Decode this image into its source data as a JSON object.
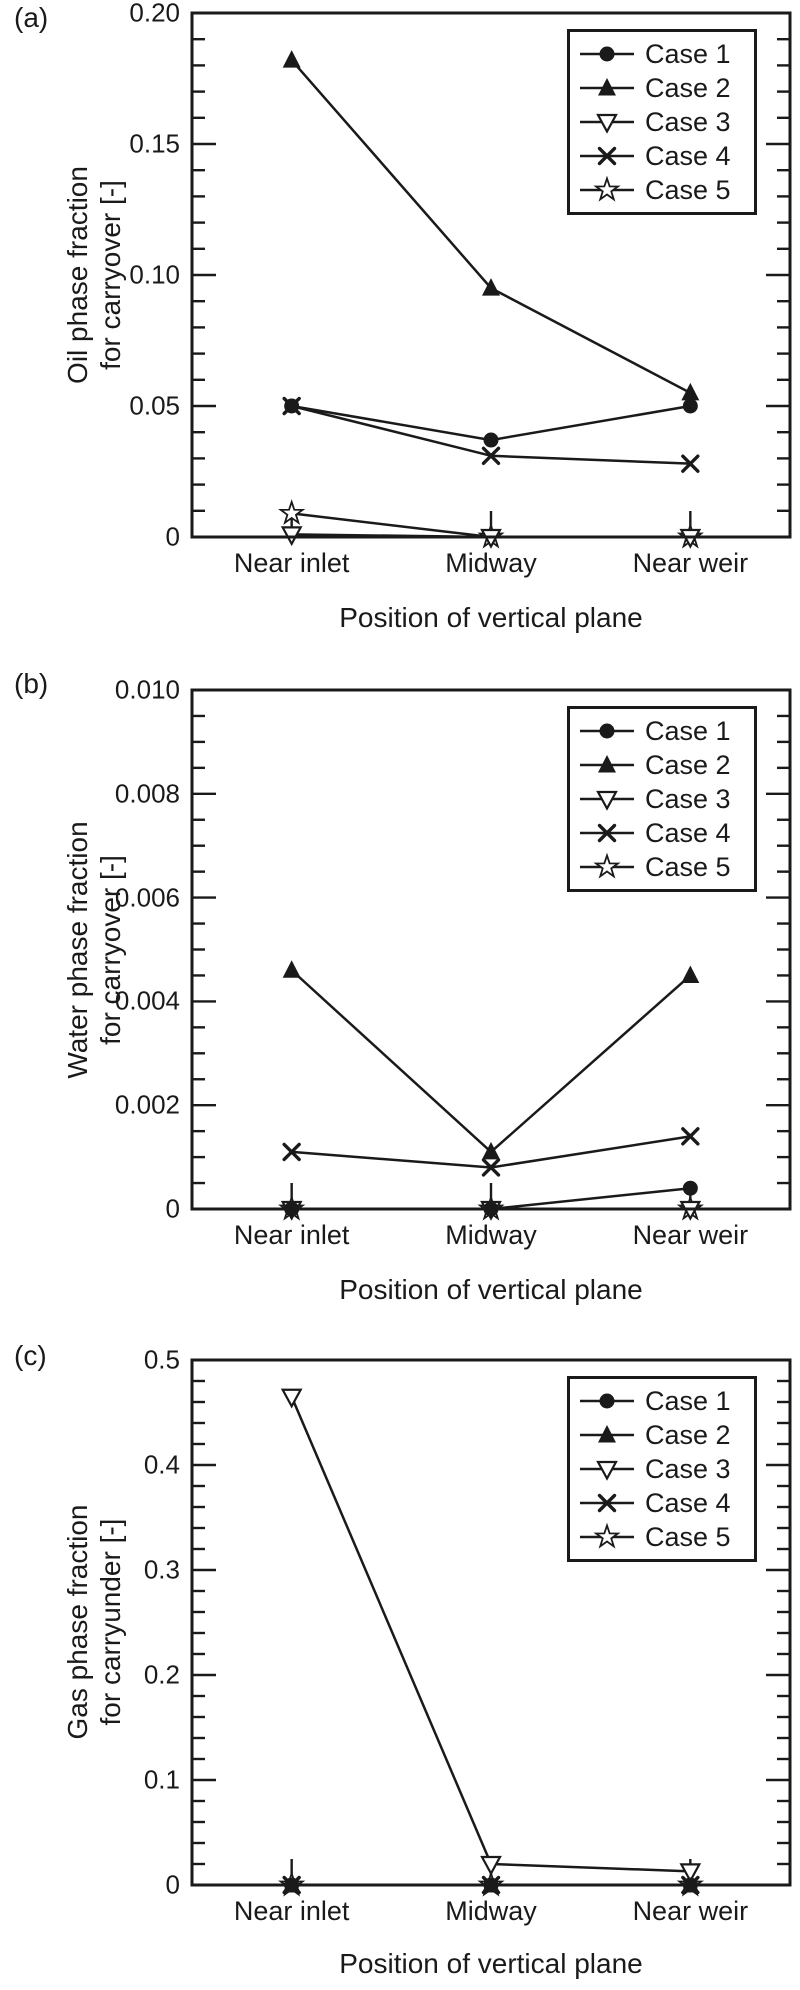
{
  "figure": {
    "background_color": "#ffffff",
    "ink_color": "#1a1a1a",
    "marker_fill_open": "#ffffff"
  },
  "x_axis": {
    "title": "Position of vertical plane",
    "categories": [
      "Near inlet",
      "Midway",
      "Near weir"
    ]
  },
  "legend": {
    "position": "top-right",
    "entries": [
      {
        "label": "Case 1",
        "marker": "circle-filled"
      },
      {
        "label": "Case 2",
        "marker": "triangle-up-filled"
      },
      {
        "label": "Case 3",
        "marker": "triangle-down-open"
      },
      {
        "label": "Case 4",
        "marker": "x-cross"
      },
      {
        "label": "Case 5",
        "marker": "star-open"
      }
    ]
  },
  "chart_data": [
    {
      "panel": "(a)",
      "type": "line",
      "xlabel": "Position of vertical plane",
      "ylabel": "Oil phase fraction for carryover [-]",
      "ylabel_lines": [
        "Oil phase fraction",
        "for carryover [-]"
      ],
      "categories": [
        "Near inlet",
        "Midway",
        "Near weir"
      ],
      "ylim": [
        0,
        0.2
      ],
      "ytick_values": [
        0,
        0.05,
        0.1,
        0.15,
        0.2
      ],
      "ytick_labels": [
        "0",
        "0.05",
        "0.10",
        "0.15",
        "0.20"
      ],
      "ytick_minor_step": 0.01,
      "grid": false,
      "legend_position": "top-right",
      "series": [
        {
          "name": "Case 1",
          "marker": "circle-filled",
          "values": [
            0.05,
            0.037,
            0.05
          ]
        },
        {
          "name": "Case 2",
          "marker": "triangle-up-filled",
          "values": [
            0.182,
            0.095,
            0.055
          ]
        },
        {
          "name": "Case 3",
          "marker": "triangle-down-open",
          "values": [
            0.001,
            0.0,
            0.0
          ]
        },
        {
          "name": "Case 4",
          "marker": "x-cross",
          "values": [
            0.05,
            0.031,
            0.028
          ]
        },
        {
          "name": "Case 5",
          "marker": "star-open",
          "values": [
            0.009,
            0.0,
            0.0
          ]
        }
      ]
    },
    {
      "panel": "(b)",
      "type": "line",
      "xlabel": "Position of vertical plane",
      "ylabel": "Water phase fraction for carryover [-]",
      "ylabel_lines": [
        "Water phase fraction",
        "for carryover [-]"
      ],
      "categories": [
        "Near inlet",
        "Midway",
        "Near weir"
      ],
      "ylim": [
        0,
        0.01
      ],
      "ytick_values": [
        0,
        0.002,
        0.004,
        0.006,
        0.008,
        0.01
      ],
      "ytick_labels": [
        "0",
        "0.002",
        "0.004",
        "0.006",
        "0.008",
        "0.010"
      ],
      "ytick_minor_step": 0.0005,
      "grid": false,
      "legend_position": "top-right",
      "series": [
        {
          "name": "Case 1",
          "marker": "circle-filled",
          "values": [
            0.0,
            0.0,
            0.0004
          ]
        },
        {
          "name": "Case 2",
          "marker": "triangle-up-filled",
          "values": [
            0.0046,
            0.0011,
            0.0045
          ]
        },
        {
          "name": "Case 3",
          "marker": "triangle-down-open",
          "values": [
            0.0,
            0.0,
            0.0
          ]
        },
        {
          "name": "Case 4",
          "marker": "x-cross",
          "values": [
            0.0011,
            0.0008,
            0.0014
          ]
        },
        {
          "name": "Case 5",
          "marker": "star-open",
          "values": [
            0.0,
            0.0,
            0.0
          ]
        }
      ]
    },
    {
      "panel": "(c)",
      "type": "line",
      "xlabel": "Position of vertical plane",
      "ylabel": "Gas phase fraction for carryunder [-]",
      "ylabel_lines": [
        "Gas phase fraction",
        "for carryunder [-]"
      ],
      "categories": [
        "Near inlet",
        "Midway",
        "Near weir"
      ],
      "ylim": [
        0,
        0.5
      ],
      "ytick_values": [
        0,
        0.1,
        0.2,
        0.3,
        0.4,
        0.5
      ],
      "ytick_labels": [
        "0",
        "0.1",
        "0.2",
        "0.3",
        "0.4",
        "0.5"
      ],
      "ytick_minor_step": 0.02,
      "grid": false,
      "legend_position": "top-right",
      "series": [
        {
          "name": "Case 1",
          "marker": "circle-filled",
          "values": [
            0.0,
            0.0,
            0.0
          ]
        },
        {
          "name": "Case 2",
          "marker": "triangle-up-filled",
          "values": [
            0.0,
            0.0,
            0.0
          ]
        },
        {
          "name": "Case 3",
          "marker": "triangle-down-open",
          "values": [
            0.465,
            0.02,
            0.013
          ]
        },
        {
          "name": "Case 4",
          "marker": "x-cross",
          "values": [
            0.0,
            0.0,
            0.0
          ]
        },
        {
          "name": "Case 5",
          "marker": "star-open",
          "values": [
            0.0,
            0.0,
            0.0
          ]
        }
      ]
    }
  ]
}
